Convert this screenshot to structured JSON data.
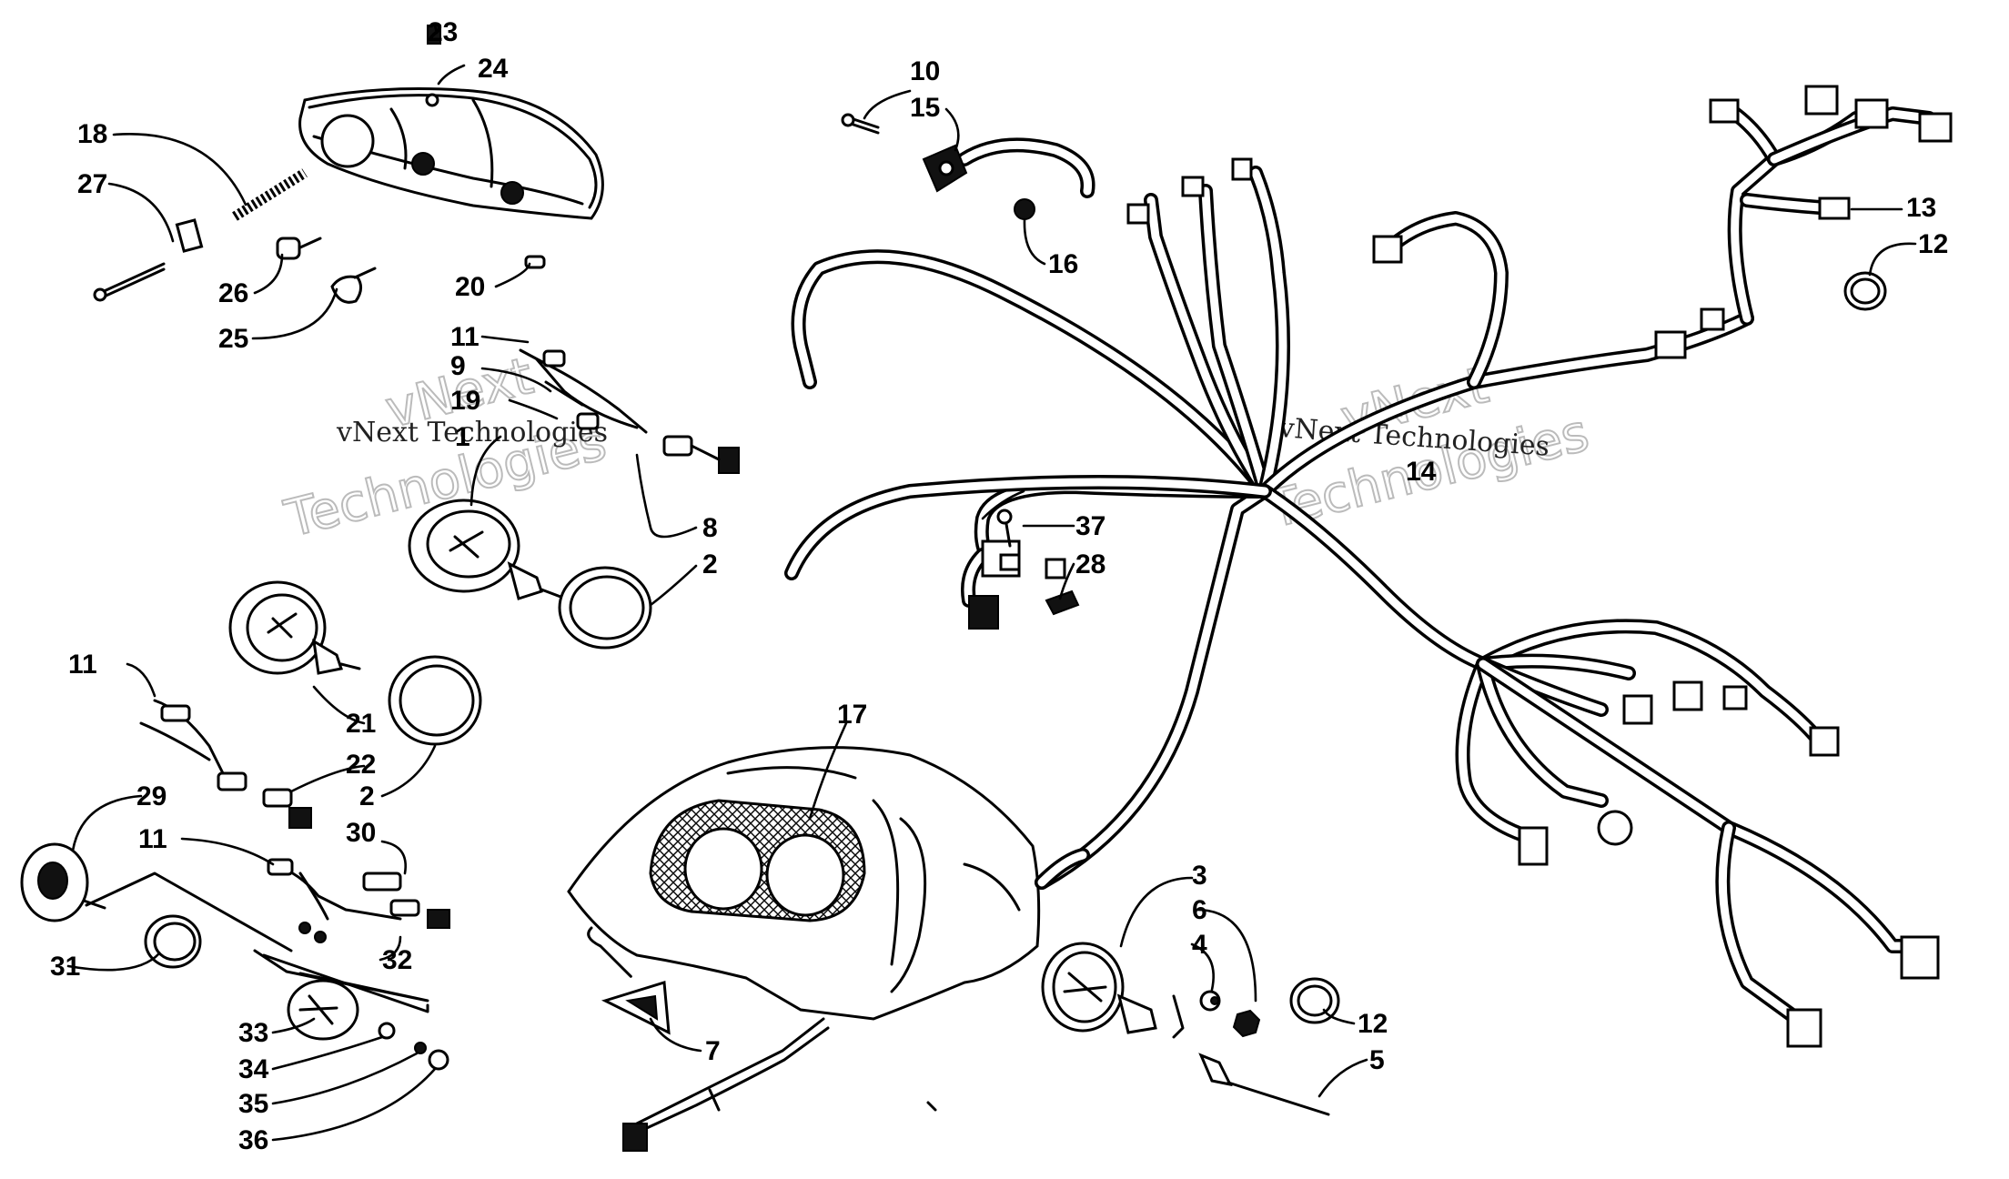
{
  "watermarks": {
    "left_small": "vNext Technologies",
    "left_big_top": "vNext",
    "left_big_bottom": "Technologies",
    "right_small": "vNext Technologies",
    "right_big_top": "vNext",
    "right_big_bottom": "Technologies"
  },
  "callouts": [
    {
      "id": "c23",
      "label": "23"
    },
    {
      "id": "c24",
      "label": "24"
    },
    {
      "id": "c18",
      "label": "18"
    },
    {
      "id": "c27",
      "label": "27"
    },
    {
      "id": "c26",
      "label": "26"
    },
    {
      "id": "c25",
      "label": "25"
    },
    {
      "id": "c20",
      "label": "20"
    },
    {
      "id": "c11a",
      "label": "11"
    },
    {
      "id": "c9",
      "label": "9"
    },
    {
      "id": "c19",
      "label": "19"
    },
    {
      "id": "c1",
      "label": "1"
    },
    {
      "id": "c8",
      "label": "8"
    },
    {
      "id": "c2a",
      "label": "2"
    },
    {
      "id": "c11b",
      "label": "11"
    },
    {
      "id": "c21",
      "label": "21"
    },
    {
      "id": "c22",
      "label": "22"
    },
    {
      "id": "c2b",
      "label": "2"
    },
    {
      "id": "c29",
      "label": "29"
    },
    {
      "id": "c11c",
      "label": "11"
    },
    {
      "id": "c30",
      "label": "30"
    },
    {
      "id": "c32",
      "label": "32"
    },
    {
      "id": "c31",
      "label": "31"
    },
    {
      "id": "c33",
      "label": "33"
    },
    {
      "id": "c34",
      "label": "34"
    },
    {
      "id": "c35",
      "label": "35"
    },
    {
      "id": "c36",
      "label": "36"
    },
    {
      "id": "c7",
      "label": "7"
    },
    {
      "id": "c17",
      "label": "17"
    },
    {
      "id": "c10",
      "label": "10"
    },
    {
      "id": "c15",
      "label": "15"
    },
    {
      "id": "c16",
      "label": "16"
    },
    {
      "id": "c37",
      "label": "37"
    },
    {
      "id": "c28",
      "label": "28"
    },
    {
      "id": "c14",
      "label": "14"
    },
    {
      "id": "c13",
      "label": "13"
    },
    {
      "id": "c12a",
      "label": "12"
    },
    {
      "id": "c3",
      "label": "3"
    },
    {
      "id": "c6",
      "label": "6"
    },
    {
      "id": "c4",
      "label": "4"
    },
    {
      "id": "c12b",
      "label": "12"
    },
    {
      "id": "c5",
      "label": "5"
    }
  ]
}
